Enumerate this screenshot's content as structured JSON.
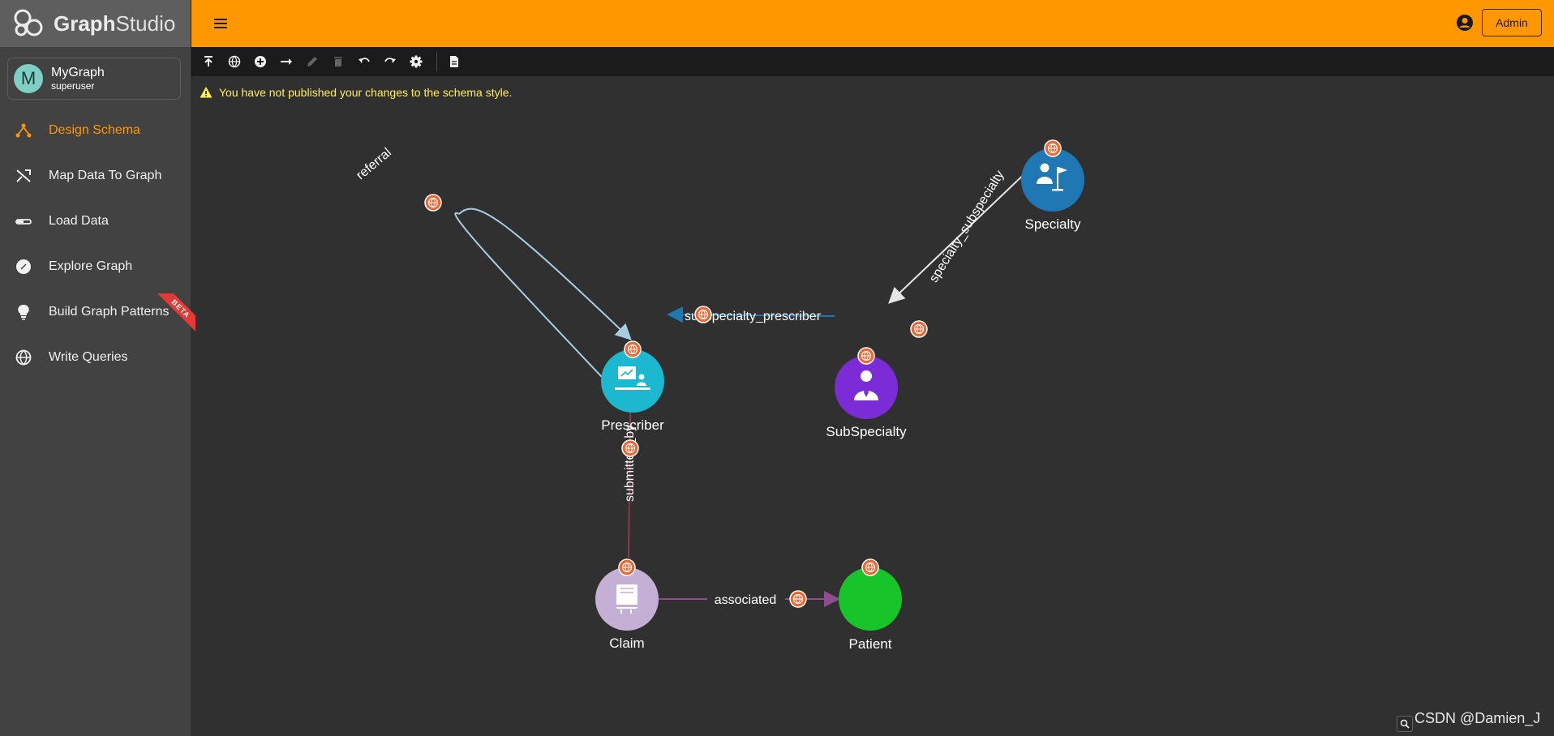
{
  "brand": {
    "name_bold": "Graph",
    "name_light": "Studio"
  },
  "graph": {
    "avatar_letter": "M",
    "name": "MyGraph",
    "user": "superuser"
  },
  "nav": {
    "items": [
      {
        "label": "Design Schema",
        "icon": "schema-icon",
        "active": true
      },
      {
        "label": "Map Data To Graph",
        "icon": "shuffle-icon",
        "active": false
      },
      {
        "label": "Load Data",
        "icon": "load-icon",
        "active": false
      },
      {
        "label": "Explore Graph",
        "icon": "compass-icon",
        "active": false
      },
      {
        "label": "Build Graph Patterns",
        "icon": "lightbulb-icon",
        "active": false
      },
      {
        "label": "Write Queries",
        "icon": "globe-icon",
        "active": false
      }
    ],
    "beta_label": "BETA"
  },
  "header": {
    "admin_label": "Admin"
  },
  "warning": {
    "text": "You have not published your changes to the schema style."
  },
  "schema": {
    "vertices": [
      {
        "id": "prescriber",
        "label": "Prescriber",
        "color": "#1bb8d0"
      },
      {
        "id": "subspecialty",
        "label": "SubSpecialty",
        "color": "#7b2cd6"
      },
      {
        "id": "specialty",
        "label": "Specialty",
        "color": "#1f78b4"
      },
      {
        "id": "claim",
        "label": "Claim",
        "color": "#c5b0d5"
      },
      {
        "id": "patient",
        "label": "Patient",
        "color": "#17c42a"
      }
    ],
    "edges": [
      {
        "label": "referral",
        "from": "prescriber",
        "to": "prescriber",
        "color": "#a6cee3"
      },
      {
        "label": "subspecialty_prescriber",
        "from": "subspecialty",
        "to": "prescriber",
        "color": "#1f78b4"
      },
      {
        "label": "specialty_subspecialty",
        "from": "specialty",
        "to": "subspecialty",
        "color": "#e6e6e6"
      },
      {
        "label": "submitted_by",
        "from": "claim",
        "to": "prescriber",
        "color": "#8c3a4a"
      },
      {
        "label": "associated",
        "from": "claim",
        "to": "patient",
        "color": "#8e4d8e"
      }
    ],
    "global_badge_color": "#f26430"
  },
  "watermark": {
    "text": "CSDN @Damien_J"
  }
}
